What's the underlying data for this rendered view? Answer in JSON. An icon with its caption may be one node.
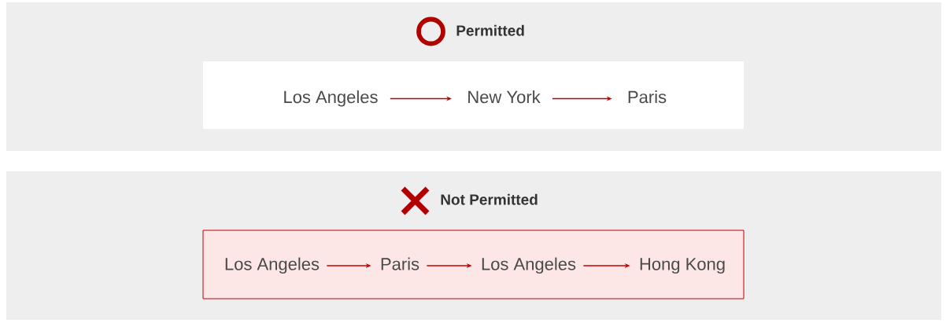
{
  "diagram": {
    "nodes": [
      {
        "text": [
          "Permitted"
        ]
      },
      {
        "text": [],
        "shape": "box",
        "in": 0
      },
      {
        "text": [
          "Los Angeles"
        ],
        "in": 1
      },
      {
        "text": [
          "New York"
        ],
        "in": 1
      },
      {
        "text": [
          "Paris"
        ],
        "in": 1
      },
      {
        "text": [
          "Not Permitted"
        ]
      },
      {
        "text": [],
        "shape": "box",
        "in": 5
      },
      {
        "text": [
          "Los Angeles"
        ],
        "in": 6
      },
      {
        "text": [
          "Paris"
        ],
        "in": 6
      },
      {
        "text": [
          "Los Angeles"
        ],
        "in": 6
      },
      {
        "text": [
          "Hong Kong"
        ],
        "in": 6
      }
    ],
    "edges": [
      {
        "from": 2,
        "to": 3,
        "arrow": "to"
      },
      {
        "from": 3,
        "to": 4,
        "arrow": "to"
      },
      {
        "from": 7,
        "to": 8,
        "arrow": "to"
      },
      {
        "from": 8,
        "to": 9,
        "arrow": "to"
      },
      {
        "from": 9,
        "to": 10,
        "arrow": "to"
      }
    ]
  }
}
